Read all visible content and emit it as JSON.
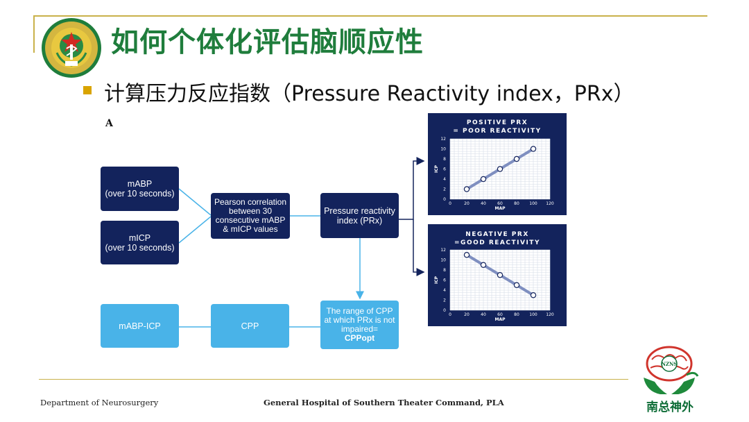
{
  "header": {
    "title": "如何个体化评估脑顺应性",
    "bullet": "计算压力反应指数（Pressure Reactivity index，PRx）"
  },
  "panel": {
    "letter": "A"
  },
  "flow": {
    "mabp": [
      "mABP",
      "(over 10 seconds)"
    ],
    "micp": [
      "mICP",
      "(over 10 seconds)"
    ],
    "pearson": [
      "Pearson correlation",
      "between 30",
      "consecutive mABP",
      "& mICP values"
    ],
    "prx": [
      "Pressure reactivity",
      "index (PRx)"
    ],
    "mabp_icp": "mABP-ICP",
    "cpp": "CPP",
    "range": [
      "The range of CPP",
      "at which PRx is not",
      "impaired="
    ],
    "range_bold": "CPPopt"
  },
  "chart_data": [
    {
      "type": "line",
      "title": [
        "POSITIVE PRX",
        "= POOR REACTIVITY"
      ],
      "xlabel": "MAP",
      "ylabel": "ICP",
      "xlim": [
        0,
        120
      ],
      "ylim": [
        0,
        12
      ],
      "xticks": [
        0,
        20,
        40,
        60,
        80,
        100,
        120
      ],
      "yticks": [
        0,
        2,
        4,
        6,
        8,
        10,
        12
      ],
      "grid": true,
      "x": [
        20,
        40,
        60,
        80,
        100
      ],
      "y": [
        2,
        4,
        6,
        8,
        10
      ]
    },
    {
      "type": "line",
      "title": [
        "NEGATIVE PRX",
        "=GOOD REACTIVITY"
      ],
      "xlabel": "MAP",
      "ylabel": "ICP",
      "xlim": [
        0,
        120
      ],
      "ylim": [
        0,
        12
      ],
      "xticks": [
        0,
        20,
        40,
        60,
        80,
        100,
        120
      ],
      "yticks": [
        0,
        2,
        4,
        6,
        8,
        10,
        12
      ],
      "grid": true,
      "x": [
        20,
        40,
        60,
        80,
        100
      ],
      "y": [
        11,
        9,
        7,
        5,
        3
      ]
    }
  ],
  "footer": {
    "left": "Department of Neurosurgery",
    "center": "General Hospital of Southern Theater Command, PLA"
  },
  "logo_right": {
    "text": "南总神外",
    "seal_text": "NZNS"
  },
  "colors": {
    "title_green": "#1f7d3c",
    "dark_box": "#13235c",
    "light_box": "#49b3e8",
    "rule_gold": "#c9b14a",
    "bullet": "#d9a400"
  }
}
